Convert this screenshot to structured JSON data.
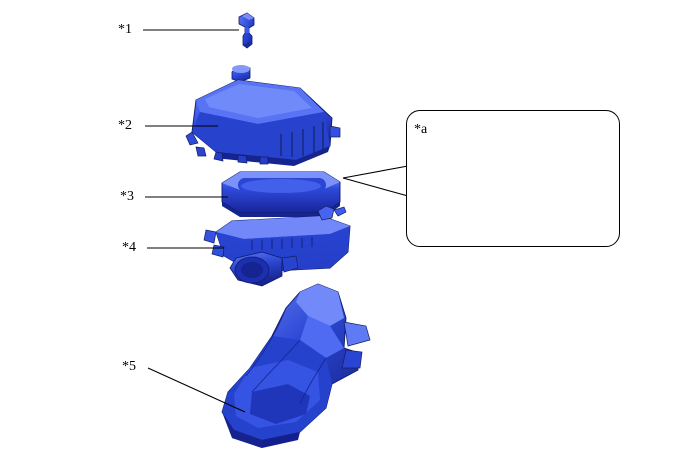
{
  "figure": {
    "title": "Air cleaner assembly exploded view",
    "background_color": "#ffffff",
    "part_color_light": "#4c6ef5",
    "part_color_mid": "#2b46d0",
    "part_color_dark": "#1a2e9c",
    "line_color": "#000000",
    "callout_fill": "#ffffff",
    "callout_part_color": "#c7c7c7"
  },
  "labels": [
    {
      "id": "ref-1",
      "text": "*1"
    },
    {
      "id": "ref-2",
      "text": "*2"
    },
    {
      "id": "ref-3",
      "text": "*3"
    },
    {
      "id": "ref-4",
      "text": "*4"
    },
    {
      "id": "ref-5",
      "text": "*5"
    },
    {
      "id": "ref-a",
      "text": "*a"
    }
  ],
  "callout": {
    "label": "*a",
    "detail_name": "spring-hose-clamp-detail"
  }
}
